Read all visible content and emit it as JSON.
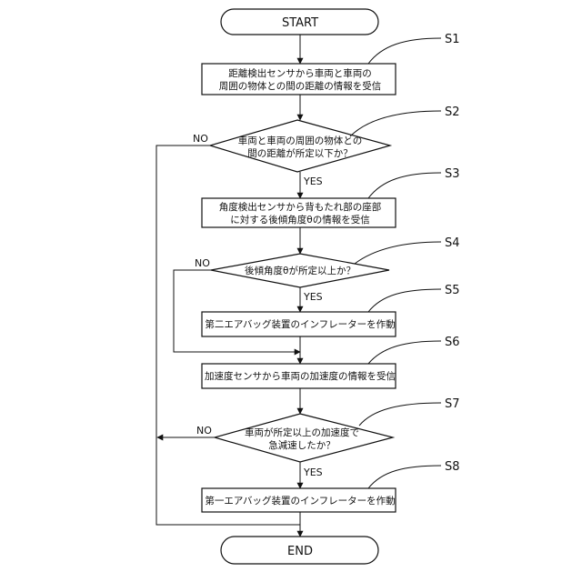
{
  "start": {
    "label": "START"
  },
  "end": {
    "label": "END"
  },
  "steps": {
    "s1": {
      "id": "S1",
      "lines": [
        "距離検出センサから車両と車両の",
        "周囲の物体との間の距離の情報を受信"
      ]
    },
    "s2": {
      "id": "S2",
      "lines": [
        "車両と車両の周囲の物体との",
        "間の距離が所定以下か？"
      ]
    },
    "s3": {
      "id": "S3",
      "lines": [
        "角度検出センサから背もたれ部の座部",
        "に対する後傾角度θの情報を受信"
      ]
    },
    "s4": {
      "id": "S4",
      "lines": [
        "後傾角度θが所定以上か？"
      ]
    },
    "s5": {
      "id": "S5",
      "lines": [
        "第二エアバッグ装置のインフレーターを作動"
      ]
    },
    "s6": {
      "id": "S6",
      "lines": [
        "加速度センサから車両の加速度の情報を受信"
      ]
    },
    "s7": {
      "id": "S7",
      "lines": [
        "車両が所定以上の加速度で",
        "急減速したか？"
      ]
    },
    "s8": {
      "id": "S8",
      "lines": [
        "第一エアバッグ装置のインフレーターを作動"
      ]
    }
  },
  "branch_labels": {
    "yes": "YES",
    "no": "NO"
  }
}
